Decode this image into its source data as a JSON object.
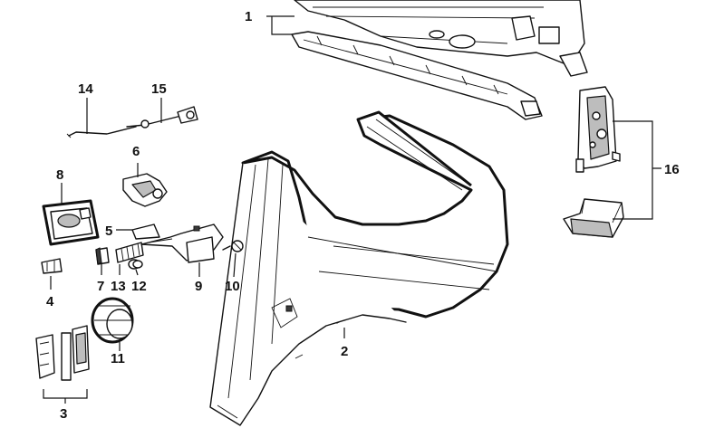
{
  "callouts": [
    {
      "id": "1",
      "text": "1"
    },
    {
      "id": "2",
      "text": "2"
    },
    {
      "id": "3",
      "text": "3"
    },
    {
      "id": "4",
      "text": "4"
    },
    {
      "id": "5",
      "text": "5"
    },
    {
      "id": "6",
      "text": "6"
    },
    {
      "id": "7",
      "text": "7"
    },
    {
      "id": "8",
      "text": "8"
    },
    {
      "id": "9",
      "text": "9"
    },
    {
      "id": "10",
      "text": "10"
    },
    {
      "id": "11",
      "text": "11"
    },
    {
      "id": "12",
      "text": "12"
    },
    {
      "id": "13",
      "text": "13"
    },
    {
      "id": "14",
      "text": "14"
    },
    {
      "id": "15",
      "text": "15"
    },
    {
      "id": "16",
      "text": "16"
    }
  ],
  "colors": {
    "line": "#111111",
    "shade": "#bdbdbd",
    "background": "#ffffff"
  }
}
